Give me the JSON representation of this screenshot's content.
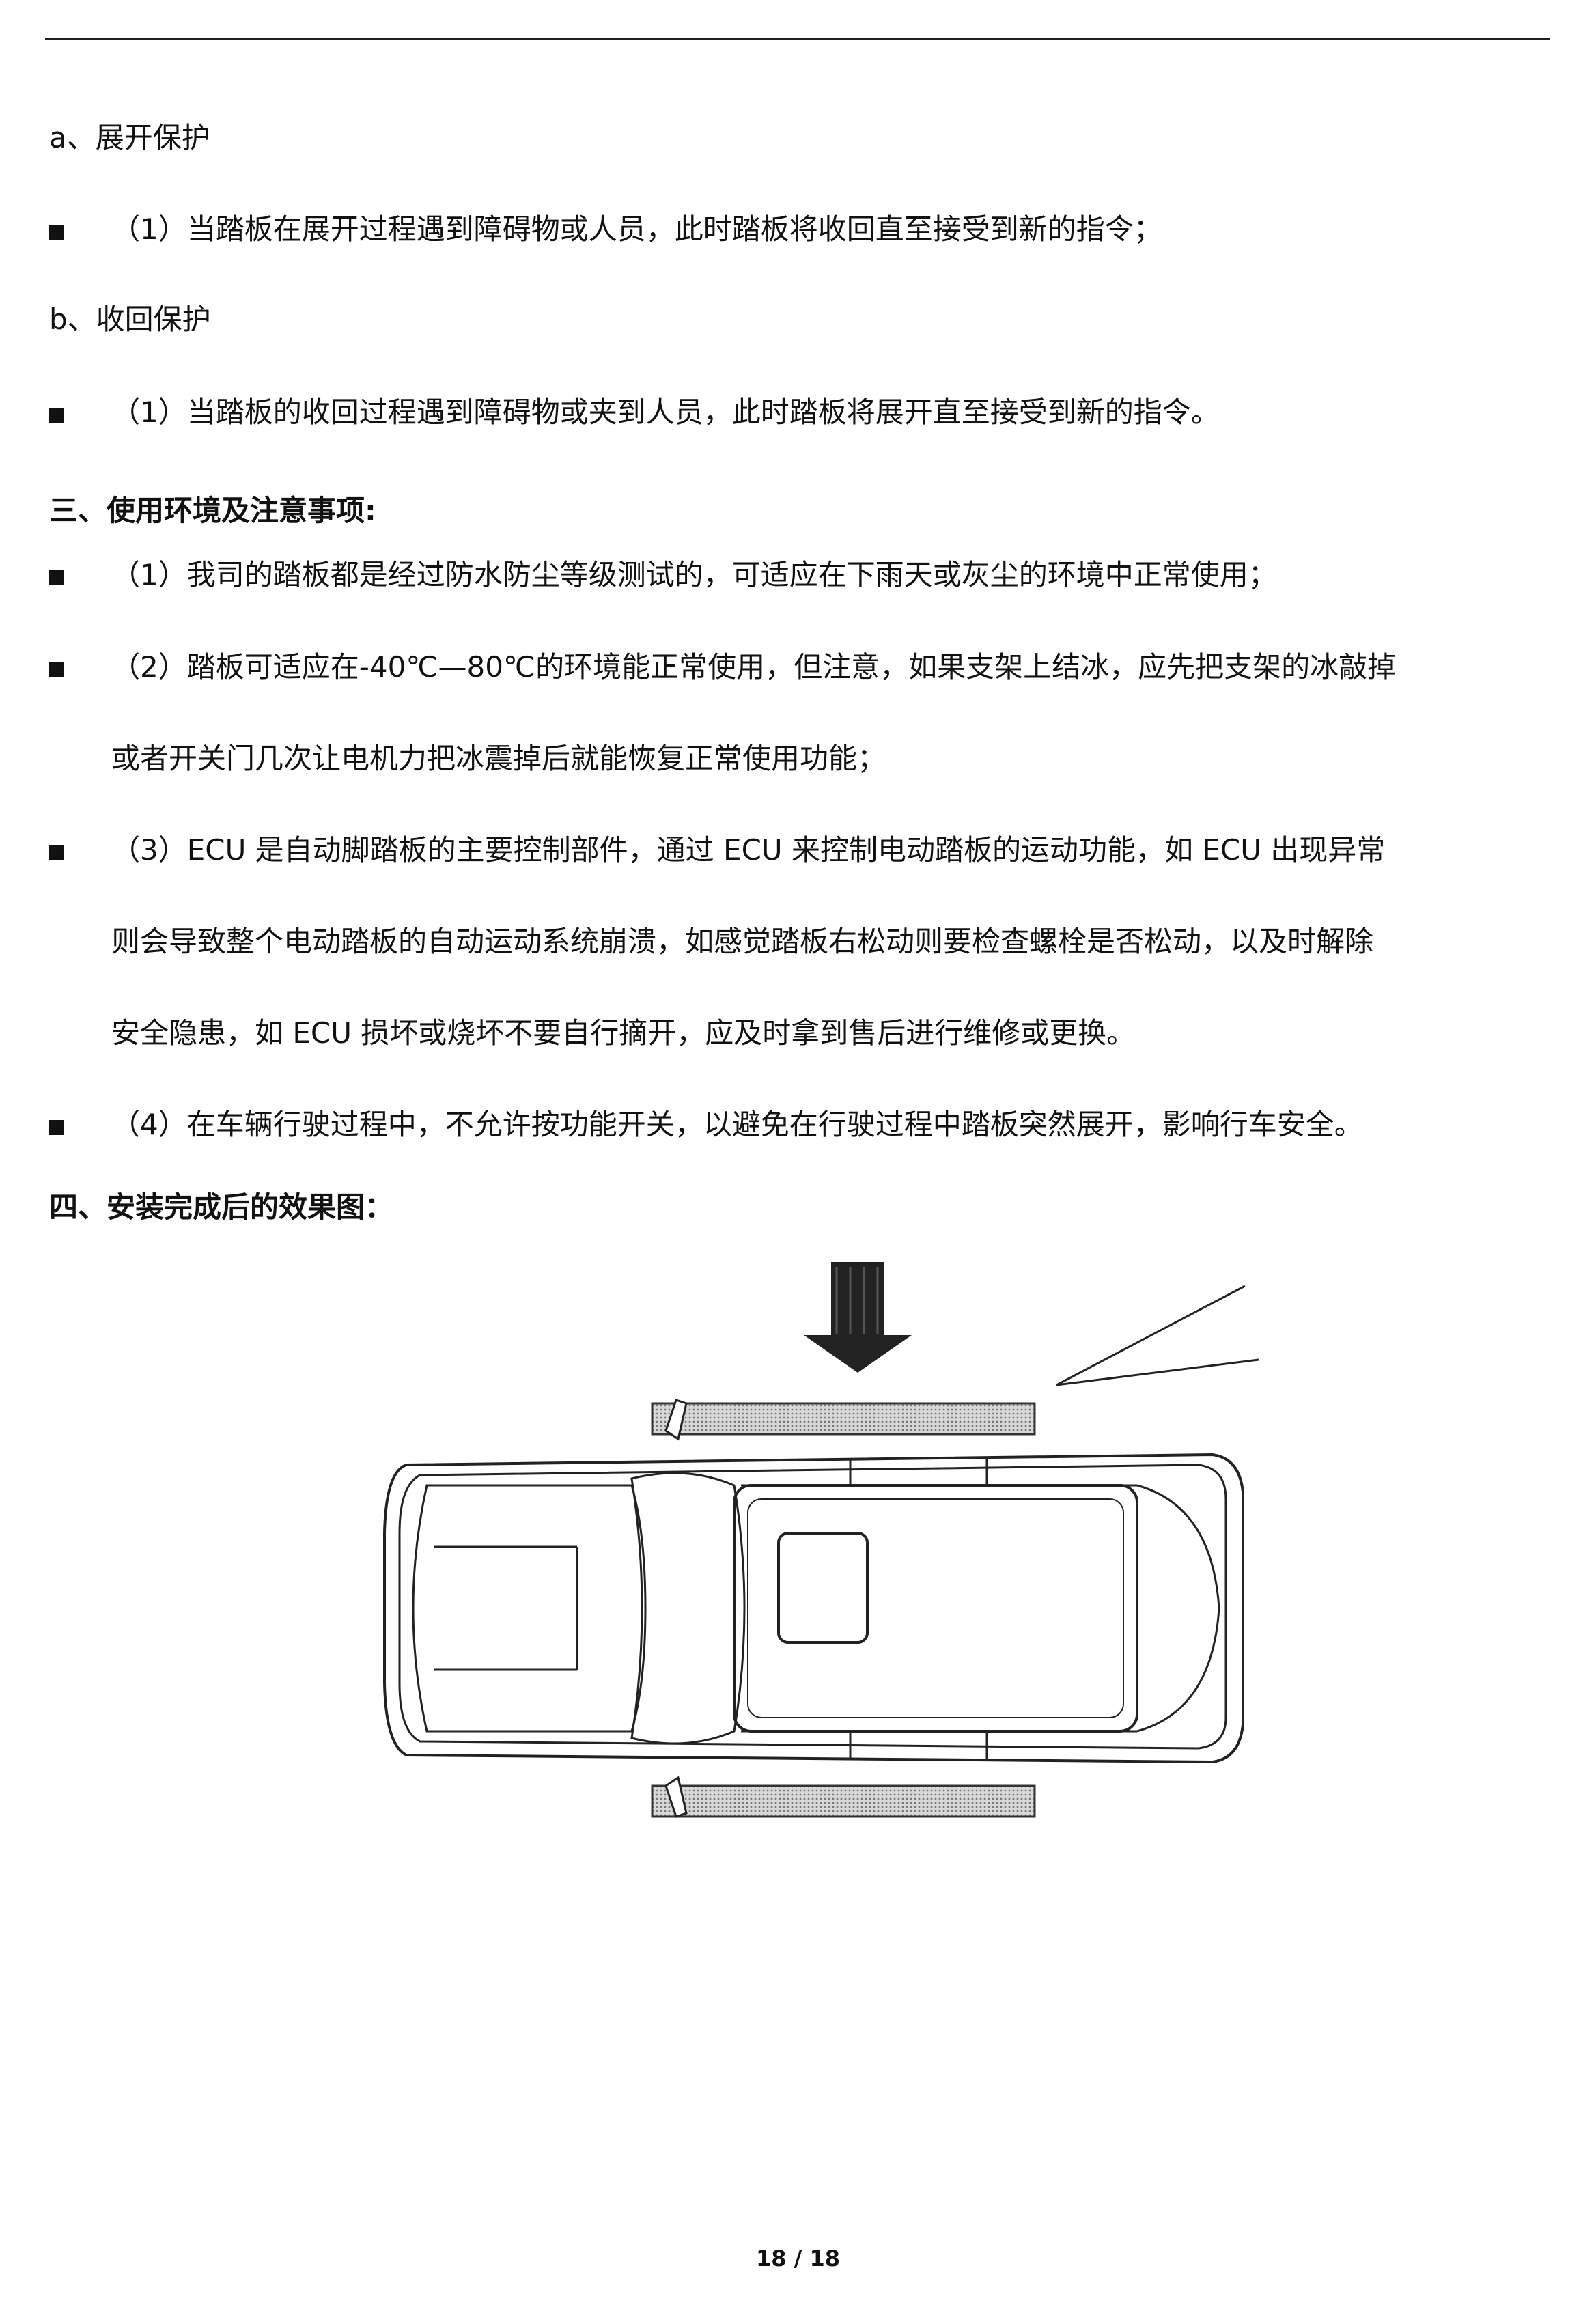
{
  "sections": {
    "a_title": "a、展开保护",
    "a_item1": "（1）当踏板在展开过程遇到障碍物或人员，此时踏板将收回直至接受到新的指令；",
    "b_title": "b、收回保护",
    "b_item1": "（1）当踏板的收回过程遇到障碍物或夹到人员，此时踏板将展开直至接受到新的指令。",
    "env_title": "三、使用环境及注意事项:",
    "env_item1": "（1）我司的踏板都是经过防水防尘等级测试的，可适应在下雨天或灰尘的环境中正常使用；",
    "env_item2_l1": "（2）踏板可适应在-40℃—80℃的环境能正常使用，但注意，如果支架上结冰，应先把支架的冰敲掉",
    "env_item2_l2": "或者开关门几次让电机力把冰震掉后就能恢复正常使用功能；",
    "env_item3_l1": "（3）ECU 是自动脚踏板的主要控制部件，通过 ECU 来控制电动踏板的运动功能，如 ECU 出现异常",
    "env_item3_l2": "则会导致整个电动踏板的自动运动系统崩溃，如感觉踏板右松动则要检查螺栓是否松动，以及时解除",
    "env_item3_l3": "安全隐患，如 ECU 损坏或烧坏不要自行摘开，应及时拿到售后进行维修或更换。",
    "env_item4": "（4）在车辆行驶过程中，不允许按功能开关，以避免在行驶过程中踏板突然展开，影响行车安全。",
    "effect_title": "四、安装完成后的效果图："
  },
  "footer": {
    "page": "18 / 18"
  }
}
